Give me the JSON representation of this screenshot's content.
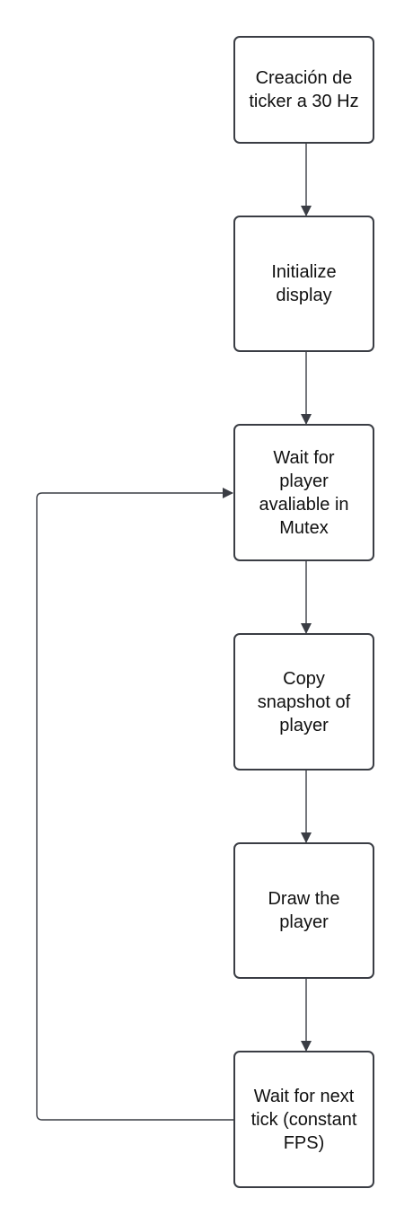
{
  "diagram": {
    "colors": {
      "stroke": "#3a3d44",
      "text": "#101010",
      "background": "#ffffff"
    },
    "nodes": [
      {
        "id": "create-ticker",
        "label": "Creación de\nticker a 30 Hz"
      },
      {
        "id": "init-display",
        "label": "Initialize\ndisplay"
      },
      {
        "id": "wait-mutex",
        "label": "Wait for\nplayer\navaliable in\nMutex"
      },
      {
        "id": "copy-snapshot",
        "label": "Copy\nsnapshot of\nplayer"
      },
      {
        "id": "draw-player",
        "label": "Draw the\nplayer"
      },
      {
        "id": "wait-tick",
        "label": "Wait for next\ntick (constant\nFPS)"
      }
    ],
    "edges": [
      {
        "from": "create-ticker",
        "to": "init-display"
      },
      {
        "from": "init-display",
        "to": "wait-mutex"
      },
      {
        "from": "wait-mutex",
        "to": "copy-snapshot"
      },
      {
        "from": "copy-snapshot",
        "to": "draw-player"
      },
      {
        "from": "draw-player",
        "to": "wait-tick"
      },
      {
        "from": "wait-tick",
        "to": "wait-mutex",
        "type": "loop-back"
      }
    ]
  }
}
